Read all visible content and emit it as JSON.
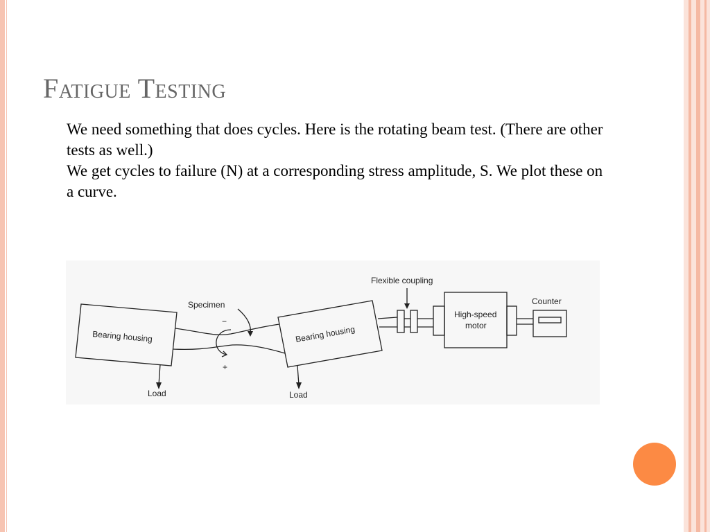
{
  "slide": {
    "title": "Fatigue Testing",
    "paragraphs": [
      "We need something that does cycles.  Here is the rotating beam test.  (There are other tests as well.)",
      "We get cycles to failure (N) at a corresponding stress amplitude, S.  We plot these on a curve."
    ]
  },
  "diagram": {
    "labels": {
      "flexible_coupling": "Flexible coupling",
      "specimen": "Specimen",
      "bearing_housing_left": "Bearing housing",
      "bearing_housing_right": "Bearing housing",
      "motor": [
        "High-speed",
        "motor"
      ],
      "counter": "Counter",
      "load_left": "Load",
      "load_right": "Load",
      "minus": "−",
      "plus": "+"
    }
  },
  "colors": {
    "title": "#666666",
    "accent_dot": "#fc8a44",
    "frame": "#f7c4b2"
  }
}
